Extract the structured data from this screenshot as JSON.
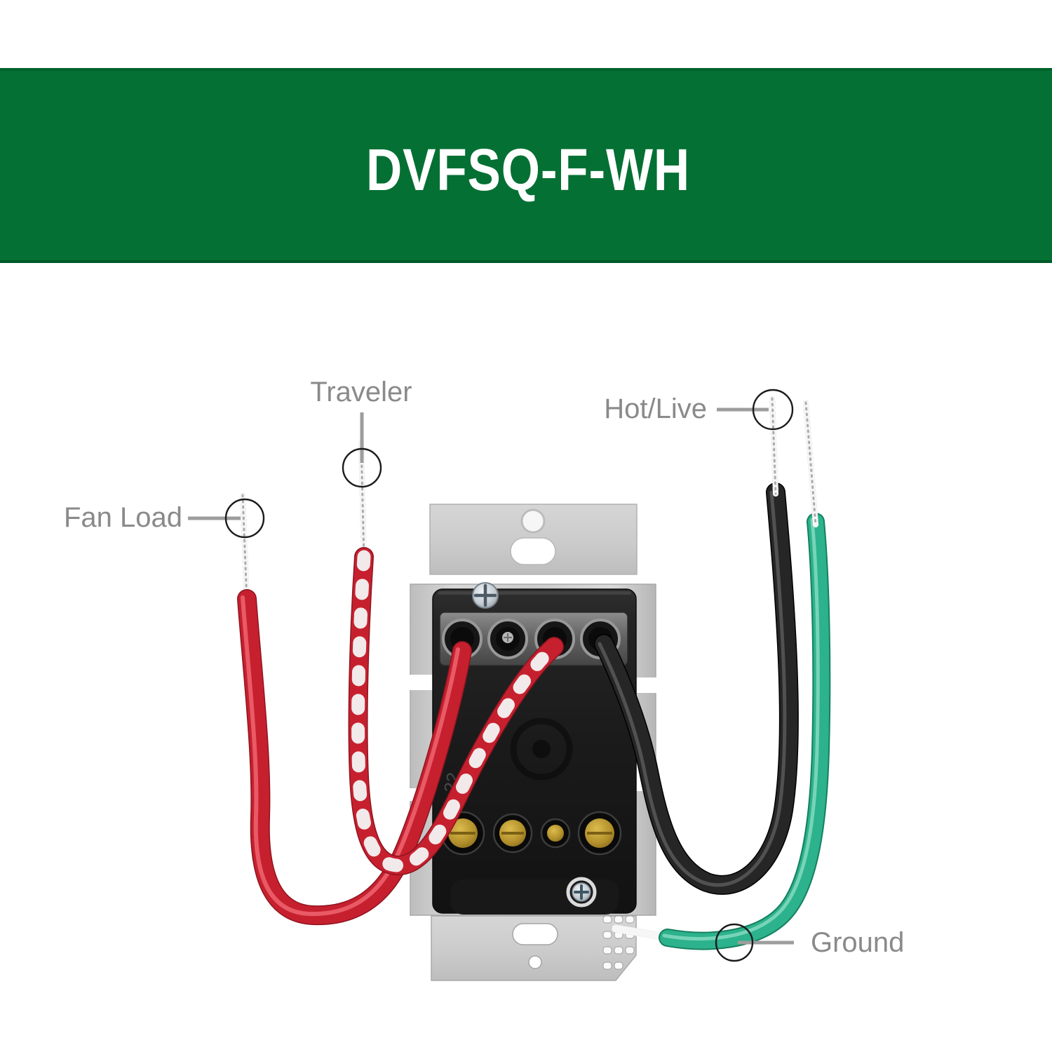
{
  "banner": {
    "title": "DVFSQ-F-WH",
    "background_color": "#047033",
    "title_color": "#ffffff"
  },
  "labels": {
    "fan_load": "Fan Load",
    "traveler": "Traveler",
    "hot_live": "Hot/Live",
    "ground": "Ground"
  },
  "device": {
    "body_marking": "22"
  },
  "colors": {
    "label_text": "#8a8a8a",
    "callout_line": "#9d9d9d",
    "callout_circle": "#1b1b1b",
    "wire_red": "#c6202e",
    "wire_stripe_white": "#f4f4f4",
    "wire_black": "#262626",
    "wire_green": "#2cb28c",
    "bare_wire_silver": "#cfcfcf",
    "metal_plate": "#cccccc",
    "switch_body": "#1b1b1b",
    "brass_terminal": "#b3912c"
  }
}
